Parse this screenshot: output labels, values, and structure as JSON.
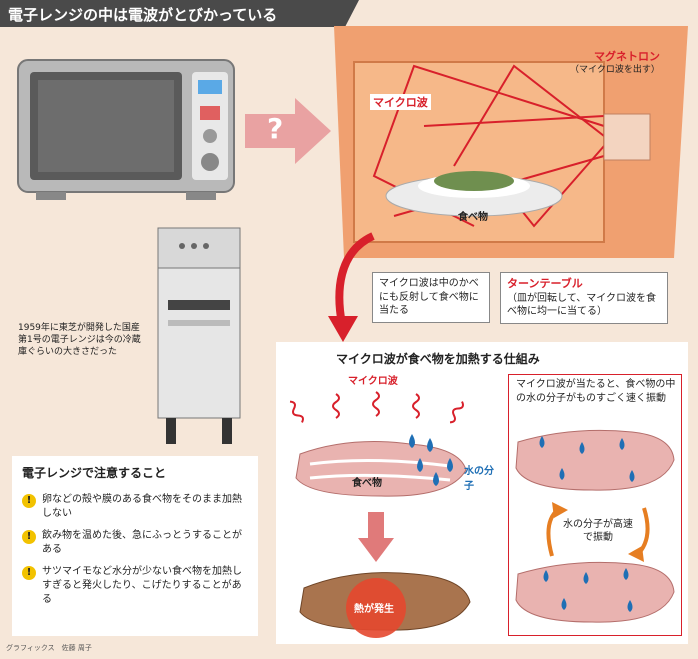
{
  "header": {
    "title": "電子レンジの中は電波がとびかっている"
  },
  "oven_section": {
    "magnetron_label": "マグネトロン",
    "magnetron_sub": "（マイクロ波を出す）",
    "microwave_label": "マイクロ波",
    "food_label": "食べ物",
    "callout_walls": "マイクロ波は中のかべにも反射して食べ物に当たる",
    "turntable_title": "ターンテーブル",
    "turntable_text": "（皿が回転して、マイクロ波を食べ物に均一に当てる）",
    "question_mark": "?"
  },
  "history_caption": "1959年に東芝が開発した国産第1号の電子レンジは今の冷蔵庫ぐらいの大きさだった",
  "mechanism_panel": {
    "title": "マイクロ波が食べ物を加熱する仕組み",
    "microwave_label": "マイクロ波",
    "food_label": "食べ物",
    "water_label": "水の分子",
    "heat_label": "熱が発生",
    "molecule_box_text": "マイクロ波が当たると、食べ物の中の水の分子がものすごく速く振動",
    "cycle_label": "水の分子が高速で振動"
  },
  "cautions": {
    "title": "電子レンジで注意すること",
    "items": [
      {
        "icon": "!",
        "text": "卵などの殻や膜のある食べ物をそのまま加熱しない"
      },
      {
        "icon": "!",
        "text": "飲み物を温めた後、急にふっとうすることがある"
      },
      {
        "icon": "!",
        "text": "サツマイモなど水分が少ない食べ物を加熱しすぎると発火したり、こげたりすることがある"
      }
    ]
  },
  "credit": "グラフィックス　佐藤 周子",
  "colors": {
    "accent_red": "#d8202b",
    "blue": "#1f6fb5",
    "background": "#f6e7d9",
    "header": "#4a4a4a"
  }
}
